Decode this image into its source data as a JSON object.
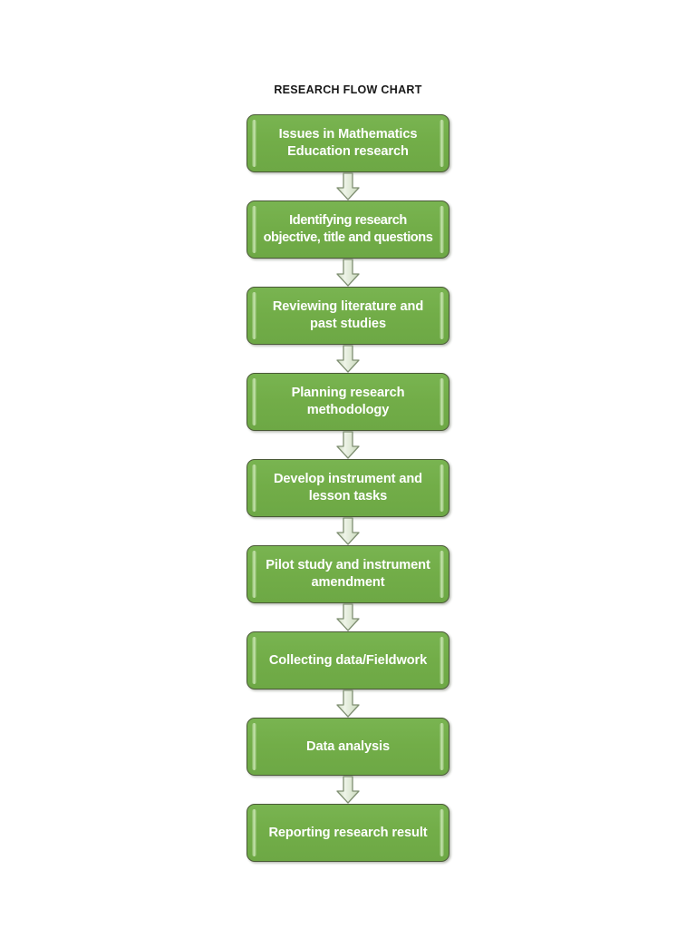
{
  "title": "RESEARCH FLOW CHART",
  "colors": {
    "node_fill": "#72AD48",
    "node_fill_light": "#79B451",
    "node_border": "#4A5A37",
    "node_highlight": "#CDE8B6",
    "node_text": "#FFFFFF",
    "arrow_fill": "#D7E4CB",
    "arrow_fill_light": "#EAF2E2",
    "arrow_border": "#8A9A7C",
    "title_text": "#181818",
    "page_background": "#FFFFFF"
  },
  "flow": {
    "arrow_icon_name": "down-arrow-icon",
    "nodes": [
      {
        "id": "issues",
        "label": "Issues in Mathematics\nEducation research"
      },
      {
        "id": "identifying",
        "label": "Identifying research\nobjective, title and questions"
      },
      {
        "id": "reviewing",
        "label": "Reviewing literature and\npast studies"
      },
      {
        "id": "planning",
        "label": "Planning research\nmethodology"
      },
      {
        "id": "develop",
        "label": "Develop instrument and\nlesson tasks"
      },
      {
        "id": "pilot",
        "label": "Pilot study and instrument\namendment"
      },
      {
        "id": "collecting",
        "label": "Collecting data/Fieldwork"
      },
      {
        "id": "analysis",
        "label": "Data analysis"
      },
      {
        "id": "reporting",
        "label": "Reporting research result"
      }
    ]
  }
}
